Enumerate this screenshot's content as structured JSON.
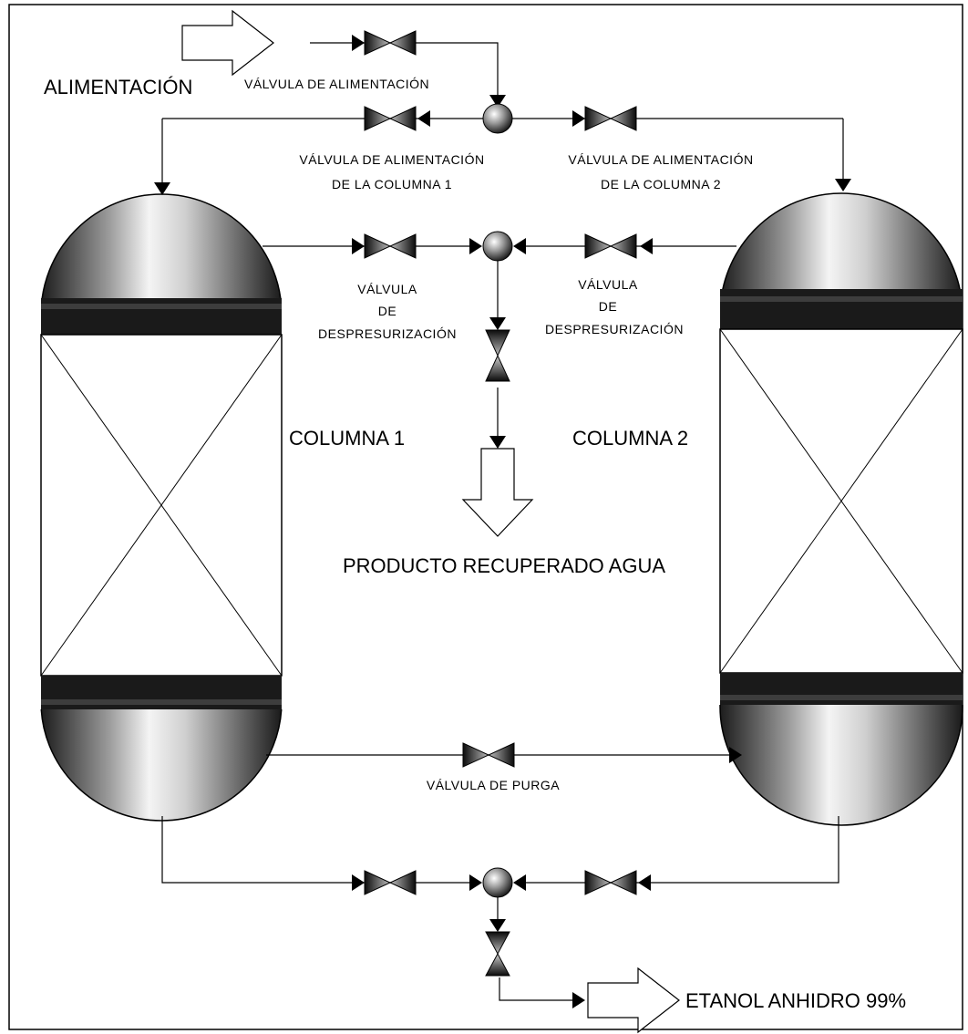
{
  "streams": {
    "feed": "ALIMENTACIÓN",
    "water": "PRODUCTO RECUPERADO AGUA",
    "ethanol": "ETANOL ANHIDRO 99%"
  },
  "columns": {
    "col1": "COLUMNA 1",
    "col2": "COLUMNA 2"
  },
  "valves": {
    "feed_valve": "VÁLVULA DE ALIMENTACIÓN",
    "feed_col1_line1": "VÁLVULA DE ALIMENTACIÓN",
    "feed_col1_line2": "DE LA COLUMNA 1",
    "feed_col2_line1": "VÁLVULA DE ALIMENTACIÓN",
    "feed_col2_line2": "DE LA COLUMNA 2",
    "depress_left_line1": "VÁLVULA",
    "depress_left_line2": "DE",
    "depress_left_line3": "DESPRESURIZACIÓN",
    "depress_right_line1": "VÁLVULA",
    "depress_right_line2": "DE",
    "depress_right_line3": "DESPRESURIZACIÓN",
    "purge": "VÁLVULA DE PURGA"
  },
  "colors": {
    "line": "#000000",
    "vessel_band": "#1a1a1a",
    "background": "#ffffff"
  }
}
